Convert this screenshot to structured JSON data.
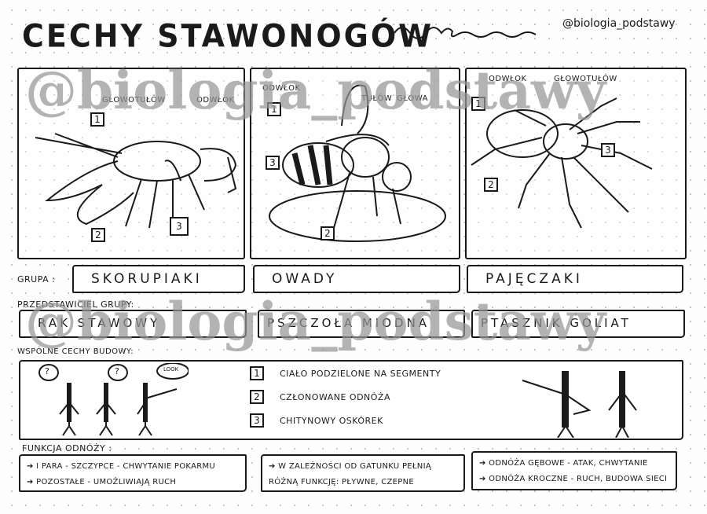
{
  "title": "CECHY STAWONOGÓW",
  "handle": "@biologia_podstawy",
  "watermark": "@biologia_podstawy",
  "panels": [
    {
      "labels": [
        "GŁOWOTUŁÓW",
        "ODWŁOK"
      ],
      "numbers": [
        "1",
        "2",
        "3"
      ]
    },
    {
      "labels": [
        "ODWŁOK",
        "TUŁÓW",
        "GŁOWA"
      ],
      "numbers": [
        "1",
        "3",
        "2"
      ]
    },
    {
      "labels": [
        "ODWŁOK",
        "GŁOWOTUŁÓW"
      ],
      "numbers": [
        "1",
        "3",
        "2"
      ]
    }
  ],
  "grupa": {
    "label": "GRUPA :",
    "values": [
      "SKORUPIAKI",
      "OWADY",
      "PAJĘCZAKI"
    ]
  },
  "przedstawiciel": {
    "label": "PRZEDSTAWICIEL GRUPY:",
    "values": [
      "RAK STAWOWY",
      "PSZCZOŁA MIODNA",
      "PTASZNIK GOLIAT"
    ]
  },
  "wspolne": {
    "label": "WSPÓLNE CECHY BUDOWY:",
    "items": [
      {
        "num": "1",
        "text": "CIAŁO PODZIELONE NA SEGMENTY"
      },
      {
        "num": "2",
        "text": "CZŁONOWANE ODNÓŻA"
      },
      {
        "num": "3",
        "text": "CHITYNOWY OSKÓREK"
      }
    ],
    "bubbles": [
      "?",
      "?",
      "LOOK"
    ]
  },
  "funkcja": {
    "label": "FUNKCJA ODNÓŻY :",
    "boxes": [
      [
        "I PARA - SZCZYPCE - CHWYTANIE POKARMU",
        "POZOSTAŁE - UMOŻLIWIAJĄ RUCH"
      ],
      [
        "W ZALEŻNOŚCI OD GATUNKU PEŁNIĄ",
        "RÓŻNĄ FUNKCJĘ: PŁYWNE, CZEPNE"
      ],
      [
        "ODNÓŻA GĘBOWE - ATAK, CHWYTANIE",
        "ODNÓŻA KROCZNE - RUCH, BUDOWA SIECI"
      ]
    ]
  }
}
